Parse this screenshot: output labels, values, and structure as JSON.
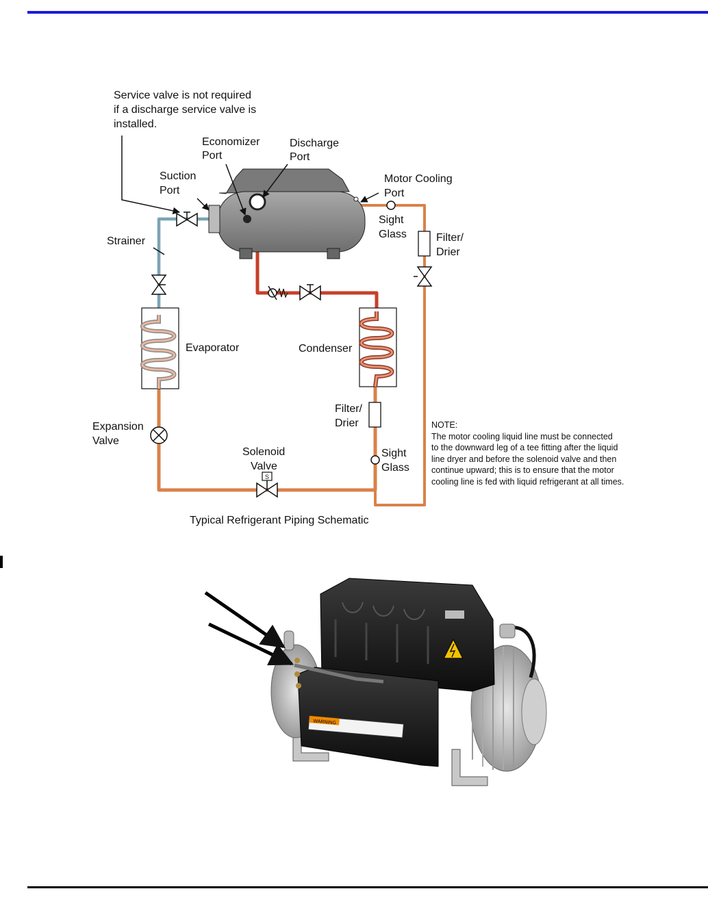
{
  "colors": {
    "header_rule": "#1a1adc",
    "discharge_line": "#c8402a",
    "liquid_line": "#d9824a",
    "suction_line": "#8fb6c4",
    "compressor_body": "#8a8a8a"
  },
  "diagram": {
    "service_note": [
      "Service valve is not required",
      "if a discharge service valve is",
      "installed."
    ],
    "economizer_port": [
      "Economizer",
      "Port"
    ],
    "discharge_port": [
      "Discharge",
      "Port"
    ],
    "suction_port": [
      "Suction",
      "Port"
    ],
    "motor_cooling_port": [
      "Motor Cooling",
      "Port"
    ],
    "sight_glass_top": [
      "Sight",
      "Glass"
    ],
    "filter_drier_right": [
      "Filter/",
      "Drier"
    ],
    "strainer": "Strainer",
    "evaporator": "Evaporator",
    "condenser": "Condenser",
    "filter_drier_mid": [
      "Filter/",
      "Drier"
    ],
    "expansion_valve": [
      "Expansion",
      "Valve"
    ],
    "solenoid_valve": [
      "Solenoid",
      "Valve"
    ],
    "solenoid_symbol": "S",
    "sight_glass_bottom": [
      "Sight",
      "Glass"
    ],
    "note_title": "NOTE:",
    "note_lines": [
      "The motor cooling liquid line must be connected",
      "to the downward leg of a tee fitting after the liquid",
      "line dryer and before the solenoid valve and then",
      "continue upward; this is to ensure that the motor",
      "cooling line is fed with liquid refrigerant at all times."
    ],
    "caption": "Typical Refrigerant Piping Schematic"
  },
  "photo": {
    "warning_label": "WARNING",
    "icon": "high-voltage-icon"
  }
}
